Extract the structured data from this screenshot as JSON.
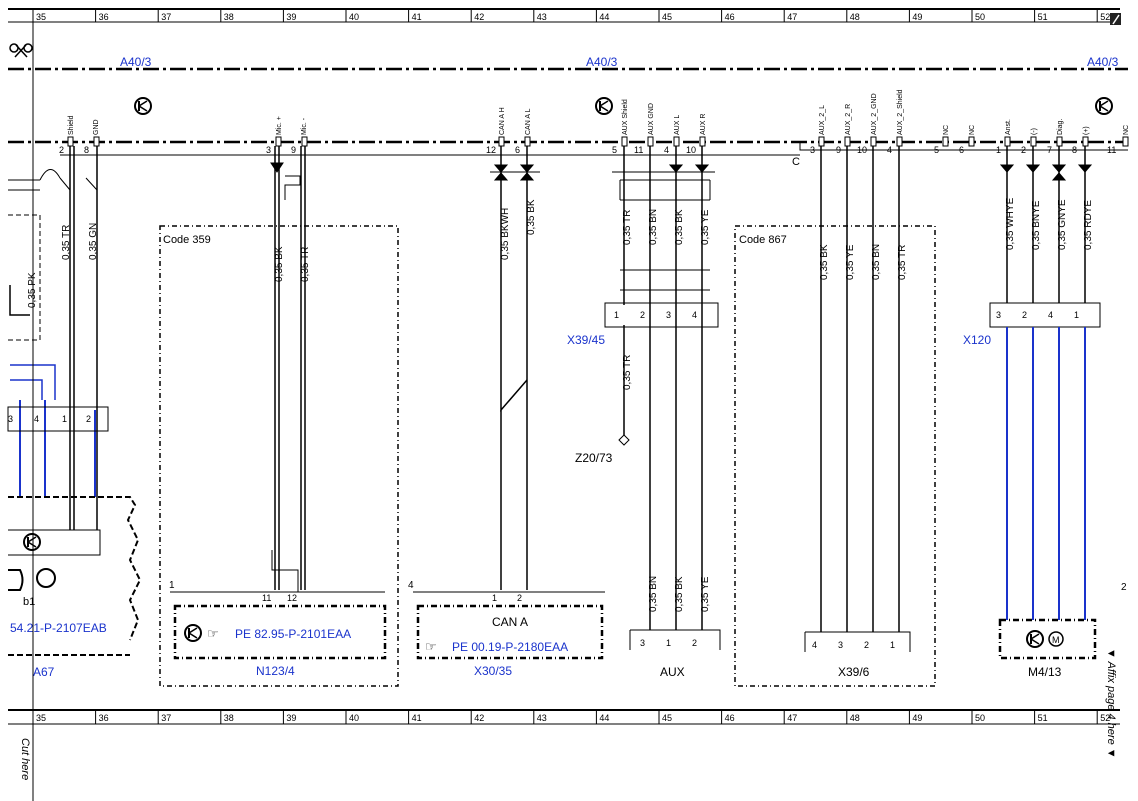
{
  "grid": {
    "top_numbers": [
      "35",
      "36",
      "37",
      "38",
      "39",
      "40",
      "41",
      "42",
      "43",
      "44",
      "45",
      "46",
      "47",
      "48",
      "49",
      "50",
      "51",
      "52"
    ],
    "bottom_numbers": [
      "35",
      "36",
      "37",
      "38",
      "39",
      "40",
      "41",
      "42",
      "43",
      "44",
      "45",
      "46",
      "47",
      "48",
      "49",
      "50",
      "51",
      "52"
    ]
  },
  "modules": {
    "a40_left": "A40/3",
    "a40_mid": "A40/3",
    "a40_right": "A40/3",
    "a67": "A67",
    "n123": "N123/4",
    "x30": "X30/35",
    "aux": "AUX",
    "x39_6": "X39/6",
    "m4_13": "M4/13",
    "x39_45": "X39/45",
    "x120": "X120",
    "z20": "Z20/73",
    "c_label": "C"
  },
  "codes": {
    "code_359": "Code 359",
    "code_867": "Code 867"
  },
  "refs": {
    "ref_2107": "54.21-P-2107EAB",
    "ref_2101": "PE 82.95-P-2101EAA",
    "ref_2180": "PE 00.19-P-2180EAA"
  },
  "labels": {
    "can_a": "CAN A",
    "b1": "b1",
    "num_1": "1",
    "num_4": "4",
    "num_2": "2",
    "affix": "▼ Affix page 4 here ▼",
    "cut": "Cut here"
  },
  "pins": {
    "shield": "Shield",
    "gnd": "GND",
    "mic_p": "Mic. +",
    "mic_m": "Mic. -",
    "can_h": "CAN A H",
    "can_l": "CAN A L",
    "aux_shield": "AUX Shield",
    "aux_gnd": "AUX GND",
    "aux_l": "AUX L",
    "aux_r": "AUX R",
    "aux2_l": "AUX_2_L",
    "aux2_r": "AUX_2_R",
    "aux2_gnd": "AUX_2_GND",
    "aux2_shield": "AUX_2_Shield",
    "nc1": "NC",
    "nc2": "NC",
    "anst": "Anst.",
    "minus": "(-)",
    "diag": "Diag.",
    "plus": "(+)",
    "nc3": "NC"
  },
  "pin_numbers": {
    "p2": "2",
    "p8": "8",
    "p3": "3",
    "p9": "9",
    "p12": "12",
    "p6": "6",
    "p5": "5",
    "p11": "11",
    "p4": "4",
    "p10": "10",
    "q3": "3",
    "q9": "9",
    "q10": "10",
    "q4": "4",
    "r5": "5",
    "r6": "6",
    "r1": "1",
    "r2": "2",
    "r7": "7",
    "r8": "8",
    "r11": "11"
  },
  "wires": {
    "w_pk": "0,35 PK",
    "w_tr_a": "0,35 TR",
    "w_gn_a": "0,35 GN",
    "w_bk_mic": "0,35 BK",
    "w_tr_mic": "0,35 TR",
    "w_bkwh": "0,35 BKWH",
    "w_bk_can": "0,35 BK",
    "w_tr_aux": "0,35 TR",
    "w_bn_aux": "0,35 BN",
    "w_bk_aux": "0,35 BK",
    "w_ye_aux": "0,35 YE",
    "w_tr_z20": "0,35 TR",
    "w_bk_867": "0,35 BK",
    "w_ye_867": "0,35 YE",
    "w_bn_867": "0,35 BN",
    "w_tr_867": "0,35 TR",
    "w_whye": "0,35 WHYE",
    "w_bnye": "0,35 BNYE",
    "w_gnye": "0,35 GNYE",
    "w_rdye": "0,35 RDYE",
    "w_bn_low": "0,35 BN",
    "w_bk_low": "0,35 BK",
    "w_ye_low": "0,35 YE"
  },
  "conn_pins": {
    "x39_45": [
      "1",
      "2",
      "3",
      "4"
    ],
    "x120": [
      "3",
      "2",
      "4",
      "1"
    ],
    "a67_conn": [
      "3",
      "4",
      "1",
      "2"
    ],
    "n123_conn": [
      "11",
      "12"
    ],
    "x30_conn": [
      "1",
      "2"
    ],
    "aux_conn": [
      "3",
      "1",
      "2"
    ],
    "x39_6": [
      "4",
      "3",
      "2",
      "1"
    ]
  },
  "colors": {
    "blue": "#1a33cc",
    "black": "#000000"
  },
  "icons": [
    "scissors-icon",
    "ground-icon",
    "reference-hand-icon",
    "motor-icon",
    "eraser-icon"
  ]
}
